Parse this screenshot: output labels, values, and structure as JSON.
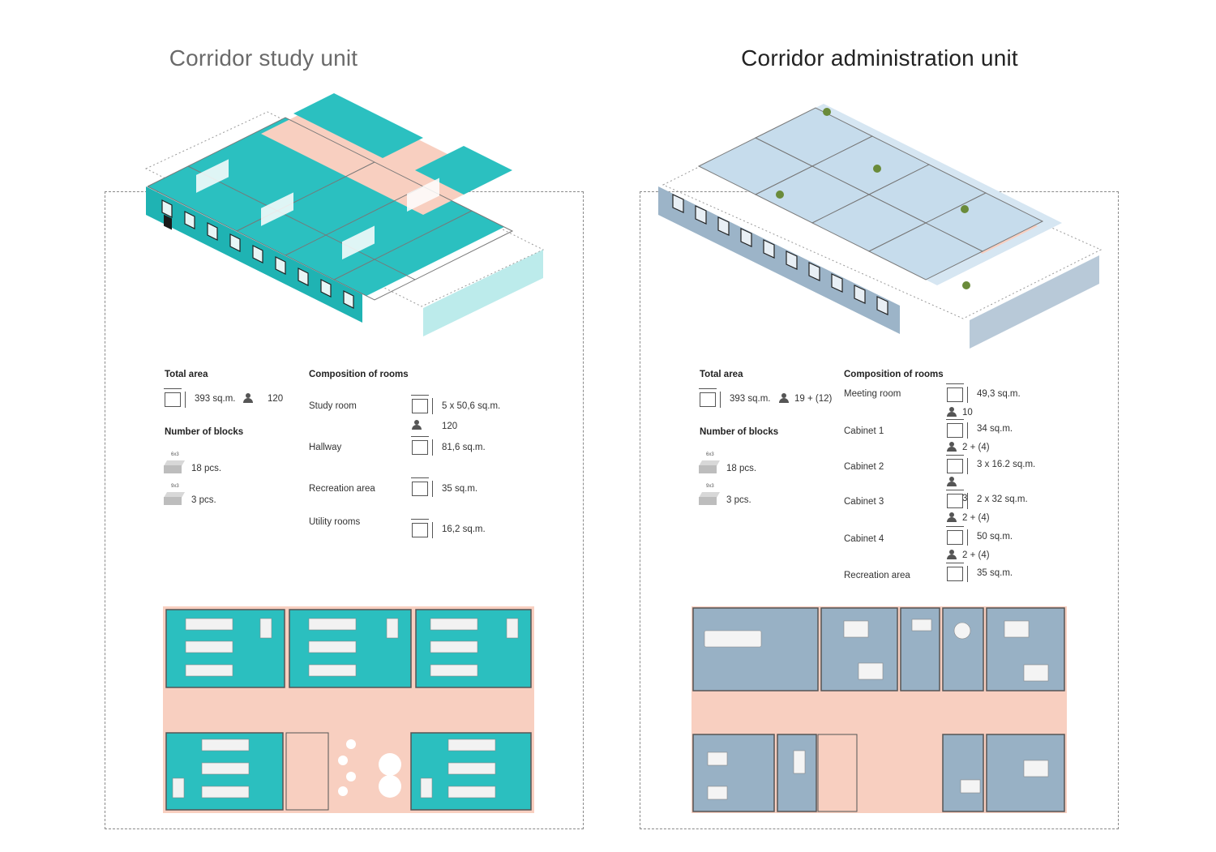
{
  "left": {
    "title": "Corridor study unit",
    "total_area_header": "Total area",
    "total_area_value": "393 sq.m.",
    "total_people": "120",
    "blocks_header": "Number of blocks",
    "block_6x3_label": "6x3",
    "block_6x3_count": "18 pcs.",
    "block_9x3_label": "9x3",
    "block_9x3_count": "3 pcs.",
    "rooms_header": "Composition of rooms",
    "rooms": [
      {
        "name": "Study room",
        "area": "5 x 50,6 sq.m.",
        "people": "120"
      },
      {
        "name": "Hallway",
        "area": "81,6 sq.m."
      },
      {
        "name": "Recreation area",
        "area": "35 sq.m."
      },
      {
        "name": "Utility rooms",
        "area": "16,2 sq.m."
      }
    ]
  },
  "right": {
    "title": "Corridor administration unit",
    "total_area_header": "Total area",
    "total_area_value": "393 sq.m.",
    "total_people": "19 + (12)",
    "blocks_header": "Number of blocks",
    "block_6x3_label": "6x3",
    "block_6x3_count": "18 pcs.",
    "block_9x3_label": "9x3",
    "block_9x3_count": "3 pcs.",
    "rooms_header": "Composition of rooms",
    "rooms": [
      {
        "name": "Meeting room",
        "area": "49,3 sq.m.",
        "people": "10"
      },
      {
        "name": "Cabinet 1",
        "area": "34 sq.m.",
        "people": "2 + (4)"
      },
      {
        "name": "Cabinet 2",
        "area": "3 x 16.2 sq.m.",
        "people": "3"
      },
      {
        "name": "Cabinet 3",
        "area": "2 x 32 sq.m.",
        "people": "2 + (4)"
      },
      {
        "name": "Cabinet 4",
        "area": "50 sq.m.",
        "people": "2 + (4)"
      },
      {
        "name": "Recreation area",
        "area": "35 sq.m."
      }
    ]
  },
  "colors": {
    "study_room": "#2bbfbf",
    "study_wall": "#1fb3b3",
    "corridor": "#f9d2c4",
    "admin_room": "#9bb3c6",
    "admin_wall": "#a8bdd0",
    "frame_line": "#999999"
  }
}
